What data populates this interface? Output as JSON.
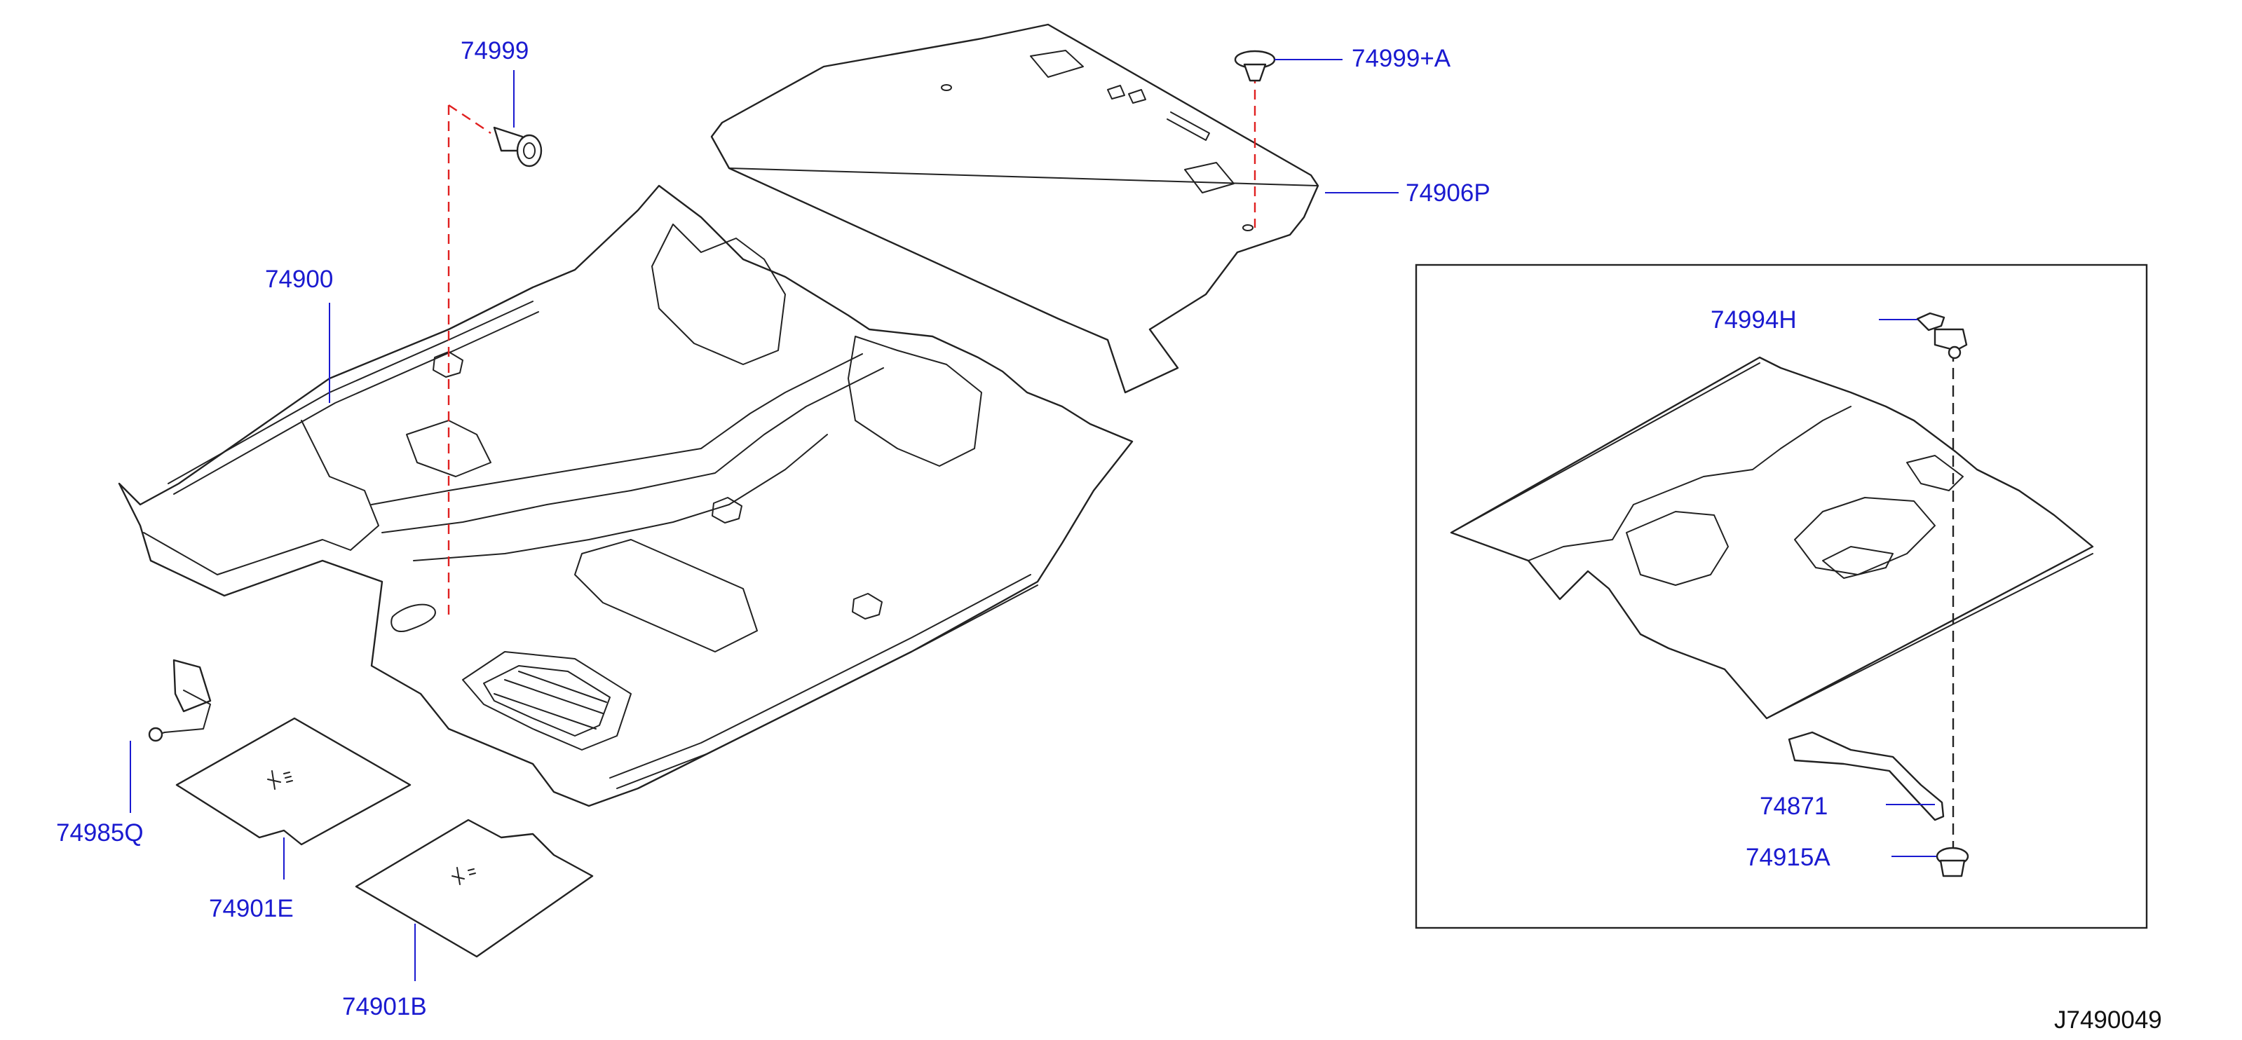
{
  "labels": {
    "l74999": "74999",
    "l74999a": "74999+A",
    "l74906p": "74906P",
    "l74900": "74900",
    "l74994h": "74994H",
    "l74985q": "74985Q",
    "l74901e": "74901E",
    "l74901b": "74901B",
    "l74871": "74871",
    "l74915a": "74915A"
  },
  "reference": "J7490049",
  "colors": {
    "label": "#1a1ad0",
    "line": "#222222",
    "dashed_guide": "#e02020",
    "background": "#ffffff"
  }
}
